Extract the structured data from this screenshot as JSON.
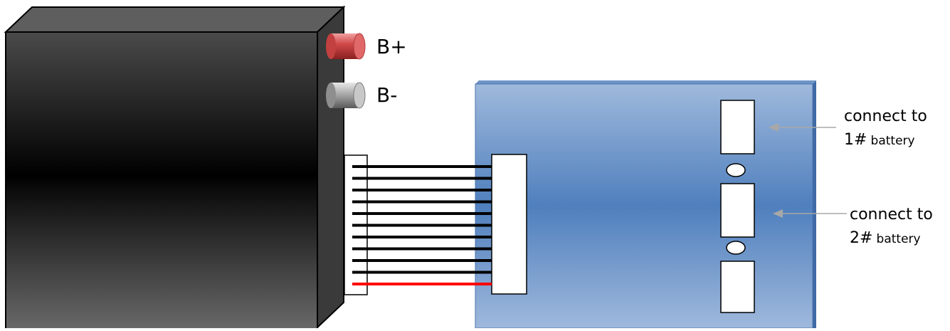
{
  "terminals": {
    "positive": "B+",
    "negative": "B-"
  },
  "callouts": [
    {
      "line1": "connect to",
      "line2_prefix": "1#",
      "line2_suffix": "battery"
    },
    {
      "line1": "connect to",
      "line2_prefix": "2#",
      "line2_suffix": "battery"
    }
  ],
  "colors": {
    "battery_body": "#1a1a1a",
    "board": "#5b86c0",
    "positive_terminal": "#d9534f",
    "negative_terminal": "#9a9a9a",
    "wire_black": "#000000",
    "wire_red": "#ff0000"
  }
}
